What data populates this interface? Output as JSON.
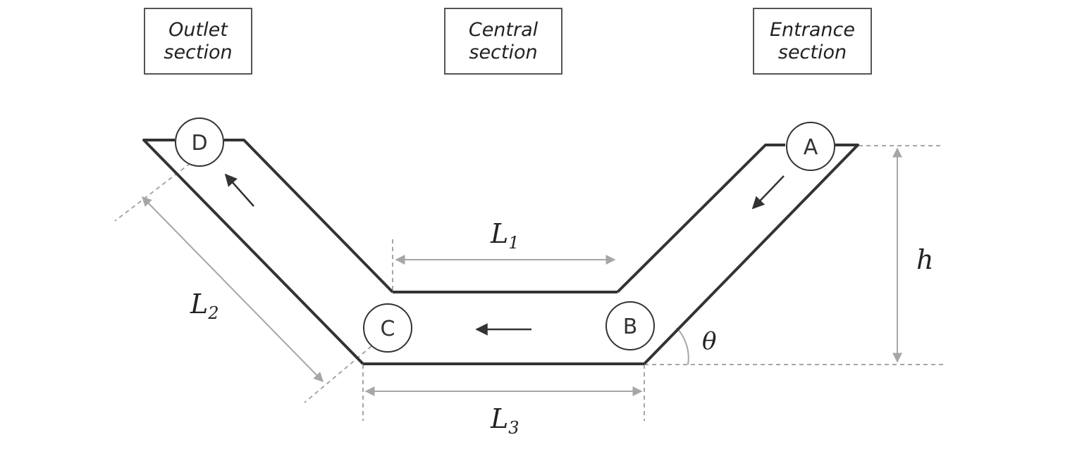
{
  "sections": {
    "outlet": {
      "line1": "Outlet",
      "line2": "section"
    },
    "central": {
      "line1": "Central",
      "line2": "section"
    },
    "entrance": {
      "line1": "Entrance",
      "line2": "section"
    }
  },
  "nodes": {
    "a": "A",
    "b": "B",
    "c": "C",
    "d": "D"
  },
  "dimensions": {
    "l1": {
      "symbol": "L",
      "sub": "1"
    },
    "l2": {
      "symbol": "L",
      "sub": "2"
    },
    "l3": {
      "symbol": "L",
      "sub": "3"
    },
    "h": "h",
    "theta": "θ"
  },
  "colors": {
    "outline": "#333333",
    "dimension": "#a6a6a6",
    "box_border": "#555555"
  }
}
